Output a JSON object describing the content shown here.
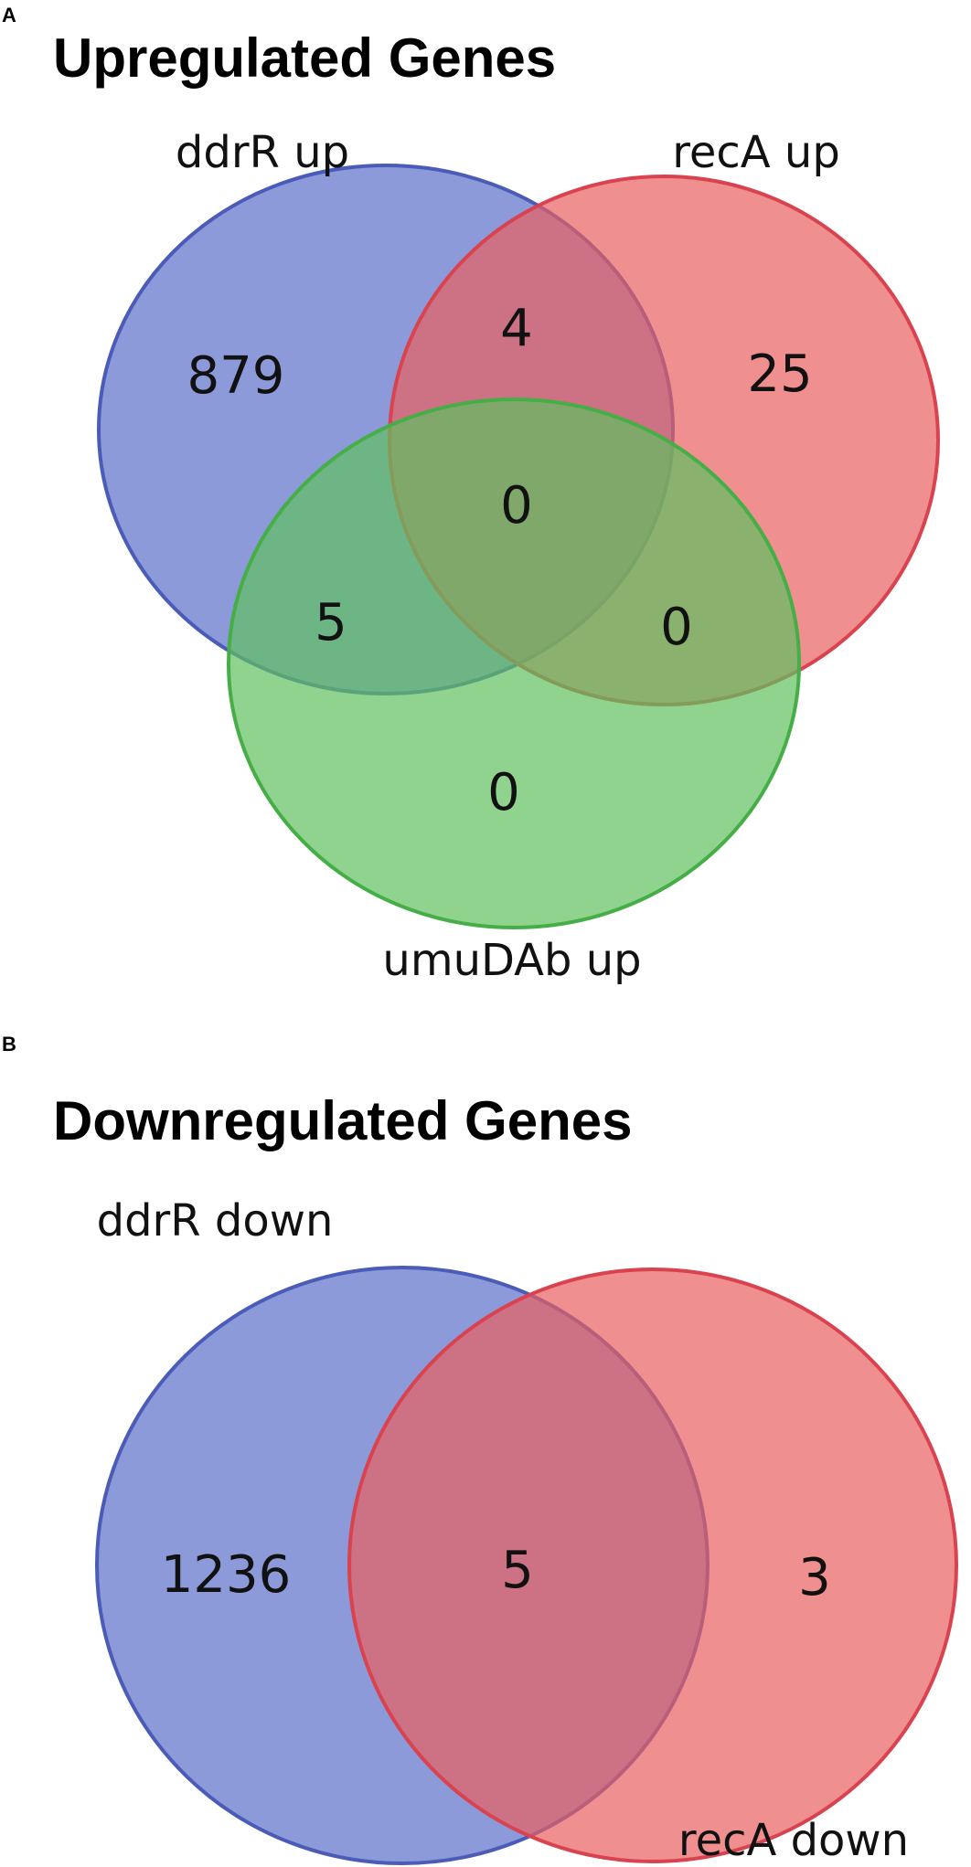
{
  "panel_a": {
    "letter": "A",
    "title": "Upregulated Genes",
    "sets": {
      "ddrR": {
        "label": "ddrR up",
        "fill": "#5b6fc9",
        "stroke": "#4a5cb8"
      },
      "recA": {
        "label": "recA up",
        "fill": "#e86060",
        "stroke": "#d9434f"
      },
      "umuDAb": {
        "label": "umuDAb up",
        "fill": "#5fc15f",
        "stroke": "#46ae46"
      }
    },
    "counts": {
      "ddrR_only": "879",
      "ddrR_recA": "4",
      "recA_only": "25",
      "all_three": "0",
      "ddrR_umuDAb": "5",
      "recA_umuDAb": "0",
      "umuDAb_only": "0"
    }
  },
  "panel_b": {
    "letter": "B",
    "title": "Downregulated Genes",
    "sets": {
      "ddrR": {
        "label": "ddrR down",
        "fill": "#5b6fc9",
        "stroke": "#4a5cb8"
      },
      "recA": {
        "label": "recA down",
        "fill": "#e86060",
        "stroke": "#d9434f"
      }
    },
    "counts": {
      "ddrR_only": "1236",
      "overlap": "5",
      "recA_only": "3"
    }
  }
}
